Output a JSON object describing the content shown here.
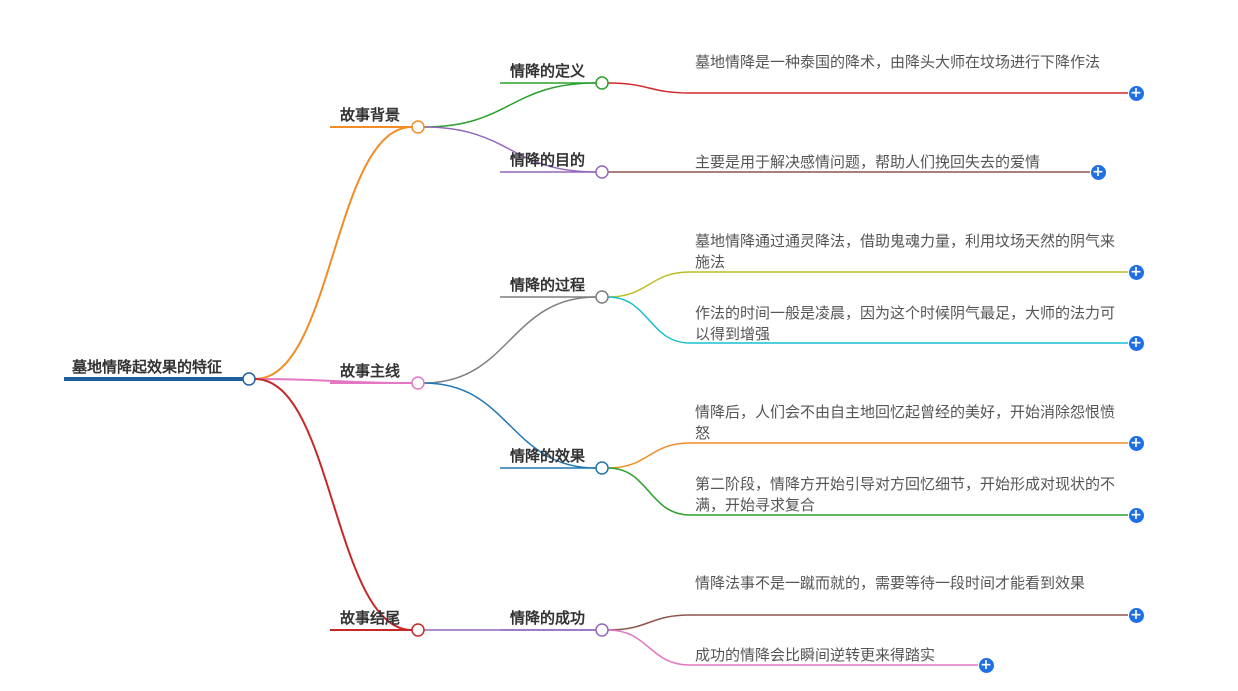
{
  "mindmap": {
    "root": {
      "label": "墓地情降起效果的特征"
    },
    "branches": [
      {
        "label": "故事背景",
        "color": "#f28c28",
        "children": [
          {
            "label": "情降的定义",
            "color": "#2ca02c",
            "leaves": [
              {
                "text": "墓地情降是一种泰国的降术，由降头大师在坟场进行下降作法",
                "color": "#d62728"
              }
            ]
          },
          {
            "label": "情降的目的",
            "color": "#9467bd",
            "leaves": [
              {
                "text": "主要是用于解决感情问题，帮助人们挽回失去的爱情",
                "color": "#8c564b"
              }
            ]
          }
        ]
      },
      {
        "label": "故事主线",
        "color": "#e377c2",
        "children": [
          {
            "label": "情降的过程",
            "color": "#7f7f7f",
            "leaves": [
              {
                "text": "墓地情降通过通灵降法，借助鬼魂力量，利用坟场天然的阴气来施法",
                "color": "#bcbd22"
              },
              {
                "text": "作法的时间一般是凌晨，因为这个时候阴气最足，大师的法力可以得到增强",
                "color": "#17becf"
              }
            ]
          },
          {
            "label": "情降的效果",
            "color": "#1f77b4",
            "leaves": [
              {
                "text": "情降后，人们会不由自主地回忆起曾经的美好，开始消除怨恨愤怒",
                "color": "#f28c28"
              },
              {
                "text": "第二阶段，情降方开始引导对方回忆细节，开始形成对现状的不满，开始寻求复合",
                "color": "#2ca02c"
              }
            ]
          }
        ]
      },
      {
        "label": "故事结尾",
        "color": "#c62828",
        "children": [
          {
            "label": "情降的成功",
            "color": "#9467bd",
            "leaves": [
              {
                "text": "情降法事不是一蹴而就的，需要等待一段时间才能看到效果",
                "color": "#8c564b"
              },
              {
                "text": "成功的情降会比瞬间逆转更来得踏实",
                "color": "#e377c2"
              }
            ]
          }
        ]
      }
    ],
    "root_color": "#1f5f9e",
    "expand_icon": "plus-icon",
    "expand_color": "#1f6fe5"
  }
}
